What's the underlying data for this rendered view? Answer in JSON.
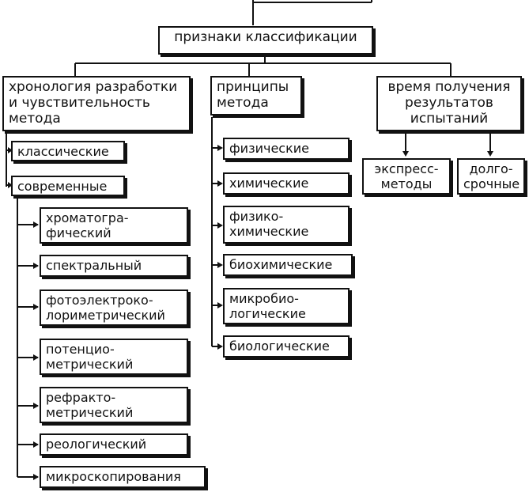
{
  "root": {
    "label": "признаки классификации"
  },
  "groups": {
    "chronology": {
      "label": "хронология разработки\nи чувствительность\nметода"
    },
    "principles": {
      "label": "принципы\nметода"
    },
    "time": {
      "label": "время получения\nрезультатов\nиспытаний"
    }
  },
  "chronology_items": {
    "classic": "классические",
    "modern": "современные"
  },
  "modern_methods": [
    "хроматогра-\nфический",
    "спектральный",
    "фотоэлектроко-\nлориметрический",
    "потенцио-\nметрический",
    "рефракто-\nметрический",
    "реологический",
    "микроскопирования"
  ],
  "principle_items": [
    "физические",
    "химические",
    "физико-\nхимические",
    "биохимические",
    "микробио-\nлогические",
    "биологические"
  ],
  "time_items": [
    "экспресс-\nметоды",
    "долго-\nсрочные"
  ]
}
